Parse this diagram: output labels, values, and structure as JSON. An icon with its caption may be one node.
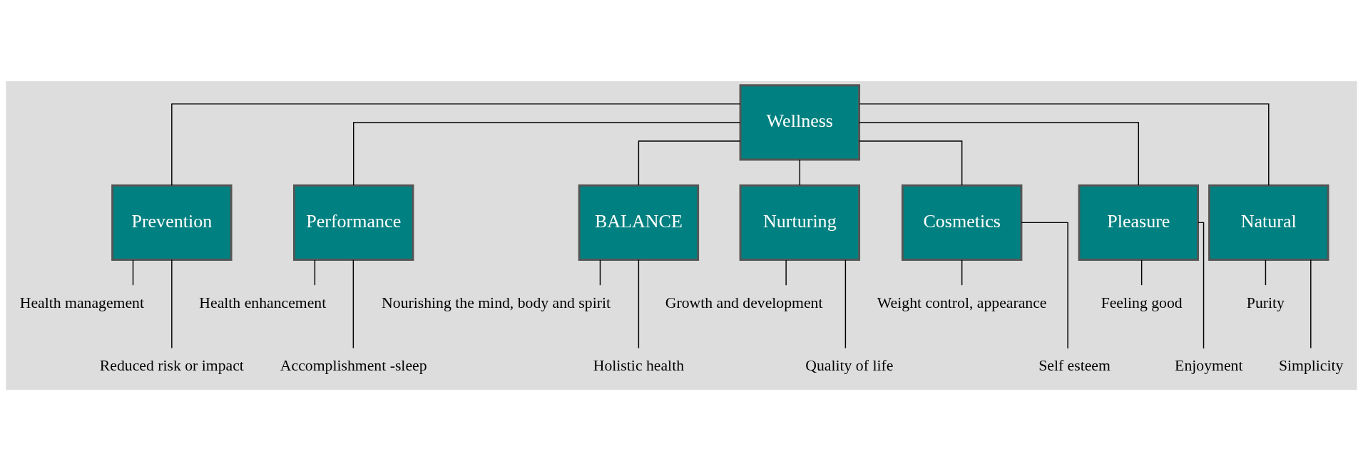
{
  "diagram": {
    "nodes": [
      {
        "text": [
          "Wellness"
        ]
      },
      {
        "text": [
          "Prevention"
        ]
      },
      {
        "text": [
          "Performance"
        ]
      },
      {
        "text": [
          "BALANCE"
        ]
      },
      {
        "text": [
          "Nurturing"
        ]
      },
      {
        "text": [
          "Cosmetics"
        ]
      },
      {
        "text": [
          "Pleasure"
        ]
      },
      {
        "text": [
          "Natural"
        ]
      },
      {
        "text": [
          "Health management"
        ]
      },
      {
        "text": [
          "Reduced risk or impact"
        ]
      },
      {
        "text": [
          "Health enhancement"
        ]
      },
      {
        "text": [
          "Accomplishment -sleep"
        ]
      },
      {
        "text": [
          "Nourishing the mind, body and spirit"
        ]
      },
      {
        "text": [
          "Holistic health"
        ]
      },
      {
        "text": [
          "Growth and development"
        ]
      },
      {
        "text": [
          "Quality of life"
        ]
      },
      {
        "text": [
          "Weight control, appearance"
        ]
      },
      {
        "text": [
          "Self esteem"
        ]
      },
      {
        "text": [
          "Feeling good"
        ]
      },
      {
        "text": [
          "Enjoyment"
        ]
      },
      {
        "text": [
          "Purity"
        ]
      },
      {
        "text": [
          "Simplicity"
        ]
      }
    ],
    "edges": [
      {
        "from": 0,
        "to": 1,
        "arrow": "none"
      },
      {
        "from": 0,
        "to": 2,
        "arrow": "none"
      },
      {
        "from": 0,
        "to": 3,
        "arrow": "none"
      },
      {
        "from": 0,
        "to": 4,
        "arrow": "none"
      },
      {
        "from": 0,
        "to": 5,
        "arrow": "none"
      },
      {
        "from": 0,
        "to": 6,
        "arrow": "none"
      },
      {
        "from": 0,
        "to": 7,
        "arrow": "none"
      },
      {
        "from": 1,
        "to": 8,
        "arrow": "none"
      },
      {
        "from": 1,
        "to": 9,
        "arrow": "none"
      },
      {
        "from": 2,
        "to": 10,
        "arrow": "none"
      },
      {
        "from": 2,
        "to": 11,
        "arrow": "none"
      },
      {
        "from": 3,
        "to": 12,
        "arrow": "none"
      },
      {
        "from": 3,
        "to": 13,
        "arrow": "none"
      },
      {
        "from": 4,
        "to": 14,
        "arrow": "none"
      },
      {
        "from": 4,
        "to": 15,
        "arrow": "none"
      },
      {
        "from": 5,
        "to": 16,
        "arrow": "none"
      },
      {
        "from": 5,
        "to": 17,
        "arrow": "none"
      },
      {
        "from": 6,
        "to": 18,
        "arrow": "none"
      },
      {
        "from": 6,
        "to": 19,
        "arrow": "none"
      },
      {
        "from": 7,
        "to": 20,
        "arrow": "none"
      },
      {
        "from": 7,
        "to": 21,
        "arrow": "none"
      }
    ]
  }
}
